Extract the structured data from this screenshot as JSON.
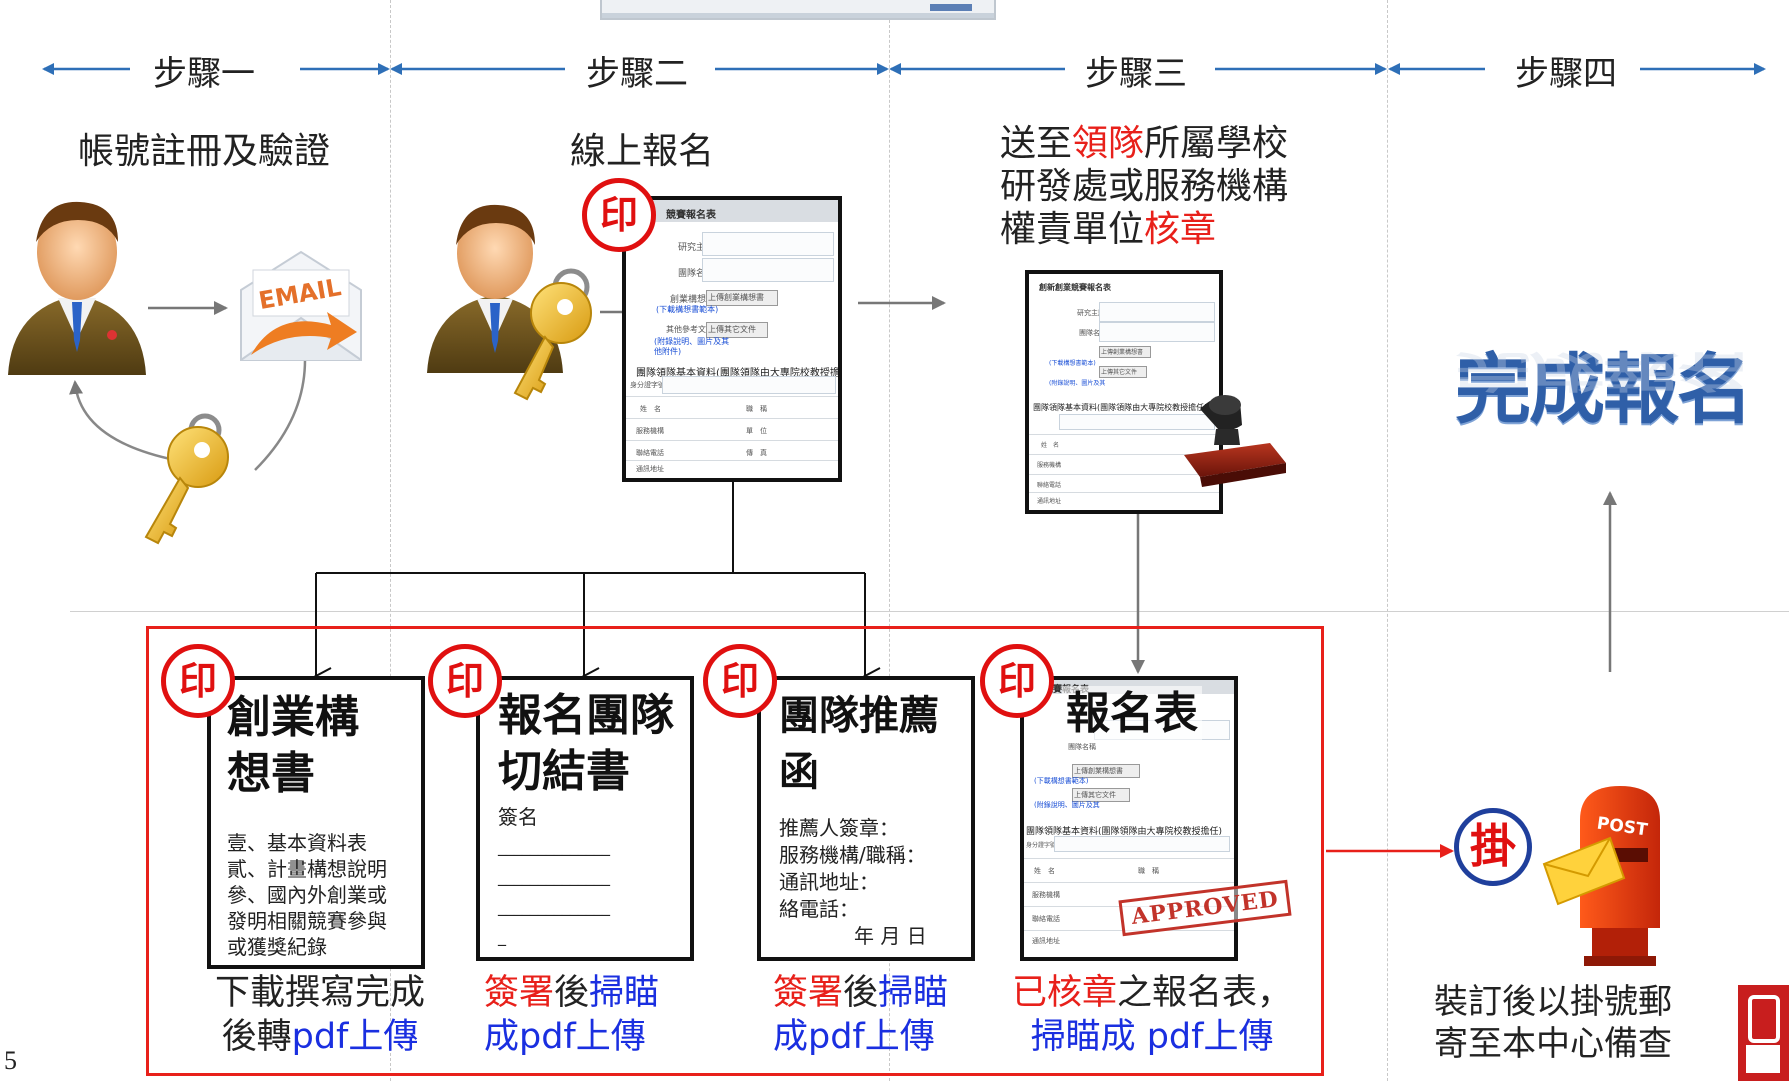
{
  "steps": [
    {
      "label": "步驟一",
      "title": "帳號註冊及驗證"
    },
    {
      "label": "步驟二",
      "title": "線上報名"
    },
    {
      "label": "步驟三",
      "title_parts": [
        {
          "text": "送至",
          "color": "black"
        },
        {
          "text": "領隊",
          "color": "red"
        },
        {
          "text": "所屬學校",
          "color": "black"
        },
        {
          "text": "研發處或服務機構",
          "color": "black"
        },
        {
          "text": "權責單位",
          "color": "black"
        },
        {
          "text": "核章",
          "color": "red"
        }
      ]
    },
    {
      "label": "步驟四"
    }
  ],
  "icons": {
    "email_label": "EMAIL",
    "stamp_char": "印",
    "registered_mail_char": "掛",
    "post_label": "POST",
    "approved_label": "APPROVED"
  },
  "complete_text": "完成報名",
  "documents": [
    {
      "title_lines": [
        "創業構",
        "想書"
      ],
      "body_lines": [
        "壹、基本資料表",
        "貳、計畫構想說明",
        "參、國內外創業或",
        "發明相關競賽參與",
        "或獲獎紀錄"
      ],
      "caption": [
        [
          {
            "text": "下載撰寫完成",
            "color": "black"
          }
        ],
        [
          {
            "text": "後轉",
            "color": "black"
          },
          {
            "text": "pdf上傳",
            "color": "blue"
          }
        ]
      ]
    },
    {
      "title_lines": [
        "報名團隊",
        "切結書"
      ],
      "body_lines": [
        "簽名",
        "______________",
        "______________",
        "______________",
        "_"
      ],
      "caption": [
        [
          {
            "text": "簽署",
            "color": "red"
          },
          {
            "text": "後",
            "color": "black"
          },
          {
            "text": "掃瞄",
            "color": "blue"
          }
        ],
        [
          {
            "text": "成pdf上傳",
            "color": "blue"
          }
        ]
      ]
    },
    {
      "title_lines": [
        "團隊推薦",
        "函"
      ],
      "body_lines": [
        "推薦人簽章：",
        "服務機構/職稱：",
        "通訊地址：",
        "絡電話：",
        "年 月 日"
      ],
      "caption": [
        [
          {
            "text": "簽署",
            "color": "red"
          },
          {
            "text": "後",
            "color": "black"
          },
          {
            "text": "掃瞄",
            "color": "blue"
          }
        ],
        [
          {
            "text": "成pdf上傳",
            "color": "blue"
          }
        ]
      ]
    },
    {
      "title_lines": [
        "報名表"
      ],
      "caption": [
        [
          {
            "text": "已核章",
            "color": "red"
          },
          {
            "text": "之報名表，",
            "color": "black"
          }
        ],
        [
          {
            "text": "掃瞄成 pdf上傳",
            "color": "blue"
          }
        ]
      ]
    }
  ],
  "mail_caption": [
    "裝訂後以掛號郵",
    "寄至本中心備查"
  ],
  "form": {
    "header": "競賽報名表",
    "header_full": "創新創業競賽報名表",
    "fields": [
      "研究主題",
      "團隊名稱"
    ],
    "upload_label": "創業構想書",
    "upload_button": "上傳創業構想書",
    "upload_link": "(下載構想書範本)",
    "other_label": "其他參考文件",
    "other_button": "上傳其它文件",
    "other_link": "(附錄說明、圖片及其",
    "other_link2": "他附件)",
    "section_title": "團隊領隊基本資料(團隊領隊由大專院校教授擔任)",
    "id_label": "身分證字號",
    "row_labels": [
      "姓　名",
      "服務機構",
      "聯絡電話",
      "通訊地址"
    ],
    "right_labels": [
      "職　稱",
      "單　位",
      "傳　真"
    ]
  },
  "page_number": "5"
}
